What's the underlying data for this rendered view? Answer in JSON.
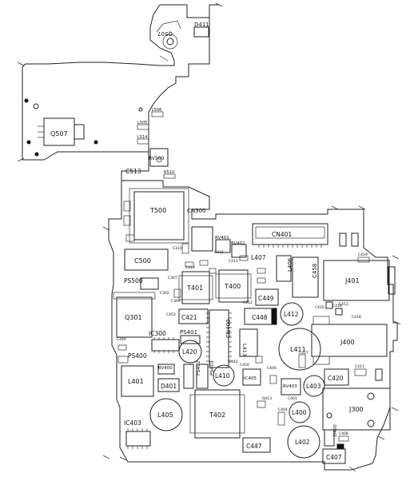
{
  "labels": {
    "d411": "D411",
    "q507a": "Q507",
    "q507": "Q507",
    "l506": "L506",
    "l505": "L505",
    "l514": "L514",
    "rv500": "RV500",
    "c513": "C513",
    "r510": "R510",
    "t500": "T500",
    "cn300": "CN300",
    "cn401": "CN401",
    "rv401": "RV401",
    "rv402": "RV402",
    "c500": "C500",
    "l407": "L407",
    "l406": "L406",
    "c458": "C458",
    "j401": "J401",
    "ps500": "PS500",
    "t401": "T401",
    "t400": "T400",
    "c449": "C449",
    "q301": "Q301",
    "c421": "C421",
    "c448": "C448",
    "l412": "L412",
    "ic300": "IC300",
    "ps401": "PS401",
    "cn400": "CN400",
    "l413": "L413",
    "l411": "L411",
    "j400": "J400",
    "ps400": "PS400",
    "l420": "L420",
    "l401": "L401",
    "d401": "D401",
    "rv400": "RV400",
    "ps402": "PS402",
    "ps403": "PS403",
    "l410": "L410",
    "ic405": "IC405",
    "rv403": "RV403",
    "l403": "L403",
    "c420": "C420",
    "j300": "J300",
    "l405": "L405",
    "t402": "T402",
    "l400": "L400",
    "ic403": "IC403",
    "l402": "L402",
    "c447": "C447",
    "c407": "C407",
    "d400": "D400",
    "q413": "Q413",
    "c450": "C450",
    "c442": "C442",
    "c406": "C406",
    "c415": "C415",
    "c411": "C411",
    "c412": "C412",
    "c410": "C410",
    "c419": "C419",
    "c416": "C416",
    "c417": "C417",
    "c413": "C413",
    "c418": "C418",
    "c453": "C453",
    "c440": "C440",
    "c309": "C309",
    "c302": "C302",
    "c307": "C307",
    "c310": "C310",
    "c418b": "C418",
    "c404": "C404",
    "c427": "C427",
    "c401": "C401",
    "c408": "C408"
  }
}
